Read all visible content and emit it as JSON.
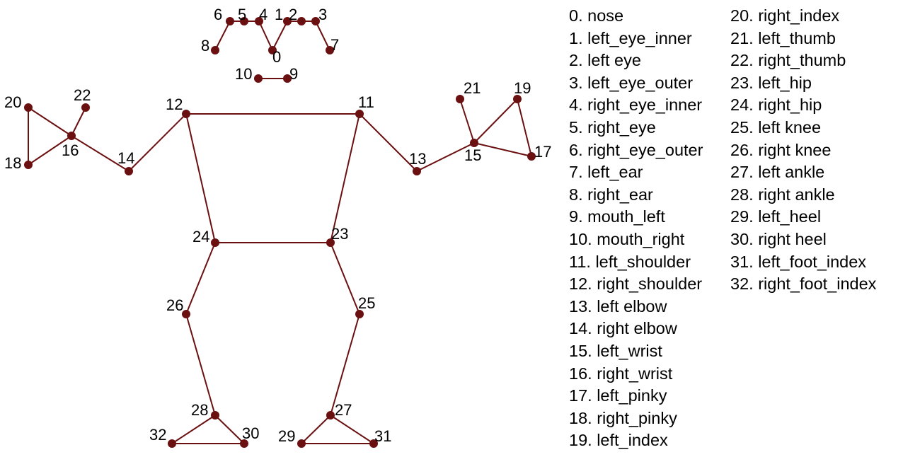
{
  "diagram": {
    "colors": {
      "bone": "#6b1010",
      "joint": "#6b1010",
      "text": "#000000",
      "background": "#ffffff"
    },
    "landmarks": [
      {
        "id": "0",
        "name": "0. nose"
      },
      {
        "id": "1",
        "name": "1. left_eye_inner"
      },
      {
        "id": "2",
        "name": "2. left eye"
      },
      {
        "id": "3",
        "name": "3. left_eye_outer"
      },
      {
        "id": "4",
        "name": "4. right_eye_inner"
      },
      {
        "id": "5",
        "name": "5. right_eye"
      },
      {
        "id": "6",
        "name": "6. right_eye_outer"
      },
      {
        "id": "7",
        "name": "7. left_ear"
      },
      {
        "id": "8",
        "name": "8. right_ear"
      },
      {
        "id": "9",
        "name": "9. mouth_left"
      },
      {
        "id": "10",
        "name": "10. mouth_right"
      },
      {
        "id": "11",
        "name": "11. left_shoulder"
      },
      {
        "id": "12",
        "name": "12. right_shoulder"
      },
      {
        "id": "13",
        "name": "13. left elbow"
      },
      {
        "id": "14",
        "name": "14. right elbow"
      },
      {
        "id": "15",
        "name": "15. left_wrist"
      },
      {
        "id": "16",
        "name": "16. right_wrist"
      },
      {
        "id": "17",
        "name": "17. left_pinky"
      },
      {
        "id": "18",
        "name": "18. right_pinky"
      },
      {
        "id": "19",
        "name": "19. left_index"
      },
      {
        "id": "20",
        "name": "20. right_index"
      },
      {
        "id": "21",
        "name": "21. left_thumb"
      },
      {
        "id": "22",
        "name": "22. right_thumb"
      },
      {
        "id": "23",
        "name": "23. left_hip"
      },
      {
        "id": "24",
        "name": "24. right_hip"
      },
      {
        "id": "25",
        "name": "25. left knee"
      },
      {
        "id": "26",
        "name": "26. right knee"
      },
      {
        "id": "27",
        "name": "27. left ankle"
      },
      {
        "id": "28",
        "name": "28. right ankle"
      },
      {
        "id": "29",
        "name": "29. left_heel"
      },
      {
        "id": "30",
        "name": "30. right heel"
      },
      {
        "id": "31",
        "name": "31. left_foot_index"
      },
      {
        "id": "32",
        "name": "32. right_foot_index"
      }
    ],
    "connections": [
      [
        "0",
        "1"
      ],
      [
        "1",
        "2"
      ],
      [
        "2",
        "3"
      ],
      [
        "3",
        "7"
      ],
      [
        "0",
        "4"
      ],
      [
        "4",
        "5"
      ],
      [
        "5",
        "6"
      ],
      [
        "6",
        "8"
      ],
      [
        "9",
        "10"
      ],
      [
        "11",
        "12"
      ],
      [
        "11",
        "13"
      ],
      [
        "13",
        "15"
      ],
      [
        "15",
        "17"
      ],
      [
        "15",
        "19"
      ],
      [
        "15",
        "21"
      ],
      [
        "17",
        "19"
      ],
      [
        "12",
        "14"
      ],
      [
        "14",
        "16"
      ],
      [
        "16",
        "18"
      ],
      [
        "16",
        "20"
      ],
      [
        "16",
        "22"
      ],
      [
        "18",
        "20"
      ],
      [
        "11",
        "23"
      ],
      [
        "12",
        "24"
      ],
      [
        "23",
        "24"
      ],
      [
        "23",
        "25"
      ],
      [
        "25",
        "27"
      ],
      [
        "27",
        "29"
      ],
      [
        "27",
        "31"
      ],
      [
        "29",
        "31"
      ],
      [
        "24",
        "26"
      ],
      [
        "26",
        "28"
      ],
      [
        "28",
        "30"
      ],
      [
        "28",
        "32"
      ],
      [
        "30",
        "32"
      ]
    ]
  }
}
